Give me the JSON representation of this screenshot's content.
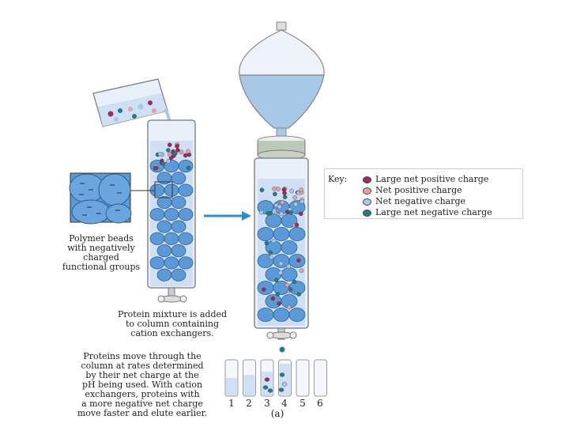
{
  "key": {
    "title": "Key:",
    "items": [
      {
        "label": "Large net positive charge",
        "color": "#a0285a"
      },
      {
        "label": "Net positive charge",
        "color": "#e8a0a8"
      },
      {
        "label": "Net negative charge",
        "color": "#a8c8e8"
      },
      {
        "label": "Large net negative charge",
        "color": "#1e7f8a"
      }
    ]
  },
  "captions": {
    "beads": "Polymer beads\nwith negatively\ncharged\nfunctional groups",
    "mixture": "Protein mixture is added\nto column containing\ncation exchangers.",
    "move": "Proteins move through the\ncolumn at rates determined\nby their net charge at the\npH being used. With cation\nexchangers, proteins with\na more negative net charge\nmove faster and elute earlier.",
    "panel": "(a)"
  },
  "tube_numbers": [
    "1",
    "2",
    "3",
    "4",
    "5",
    "6"
  ],
  "colors": {
    "bead": "#5b9ad8",
    "buffer": "#cfe0f4",
    "glass": "#8a8a8a",
    "arrow": "#2a8fd0"
  },
  "icons": [
    "beaker-icon",
    "funnel-icon",
    "column-icon",
    "arrow-icon",
    "stopcock-icon",
    "collection-tube-icon"
  ]
}
